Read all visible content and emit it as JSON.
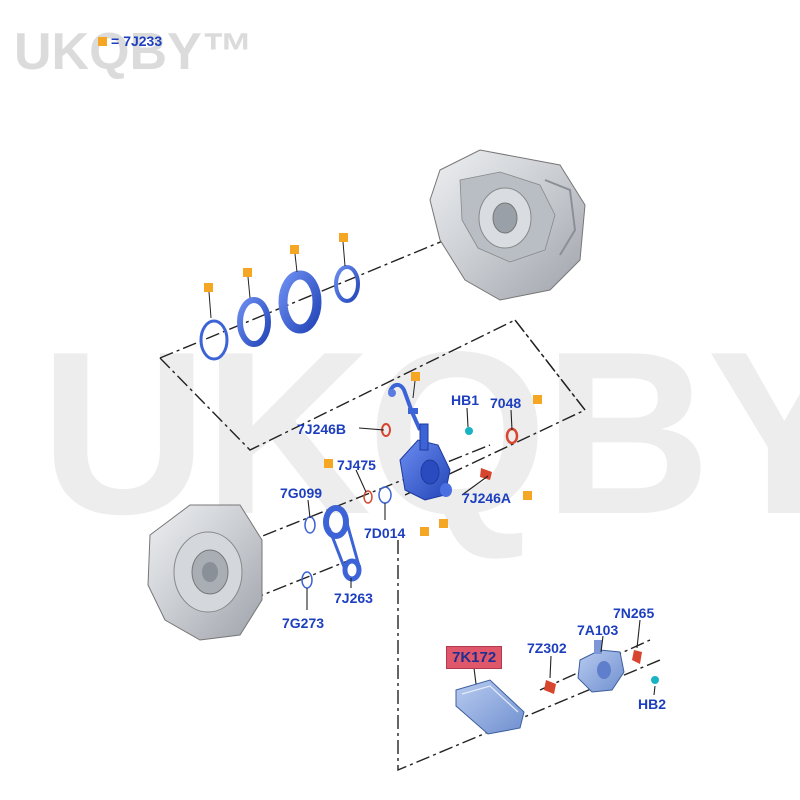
{
  "watermark": {
    "text": "UKQBY™"
  },
  "key": {
    "equals": "=",
    "part": "7J233"
  },
  "labels": {
    "hb1": "HB1",
    "p7048": "7048",
    "p7j246b": "7J246B",
    "p7j475": "7J475",
    "p7g099": "7G099",
    "p7j246a": "7J246A",
    "p7d014": "7D014",
    "p7j263": "7J263",
    "p7g273": "7G273",
    "p7n265": "7N265",
    "p7a103": "7A103",
    "p7z302": "7Z302",
    "p7k172": "7K172",
    "hb2": "HB2"
  },
  "colors": {
    "part_blue": "#3c64d6",
    "label_blue": "#1d3fbf",
    "marker_orange": "#f5a623",
    "highlight_red": "#e0566b",
    "seal_red": "#d8452e",
    "clip_cyan": "#18b3c4",
    "casing_gray": "#c9ccd1"
  }
}
